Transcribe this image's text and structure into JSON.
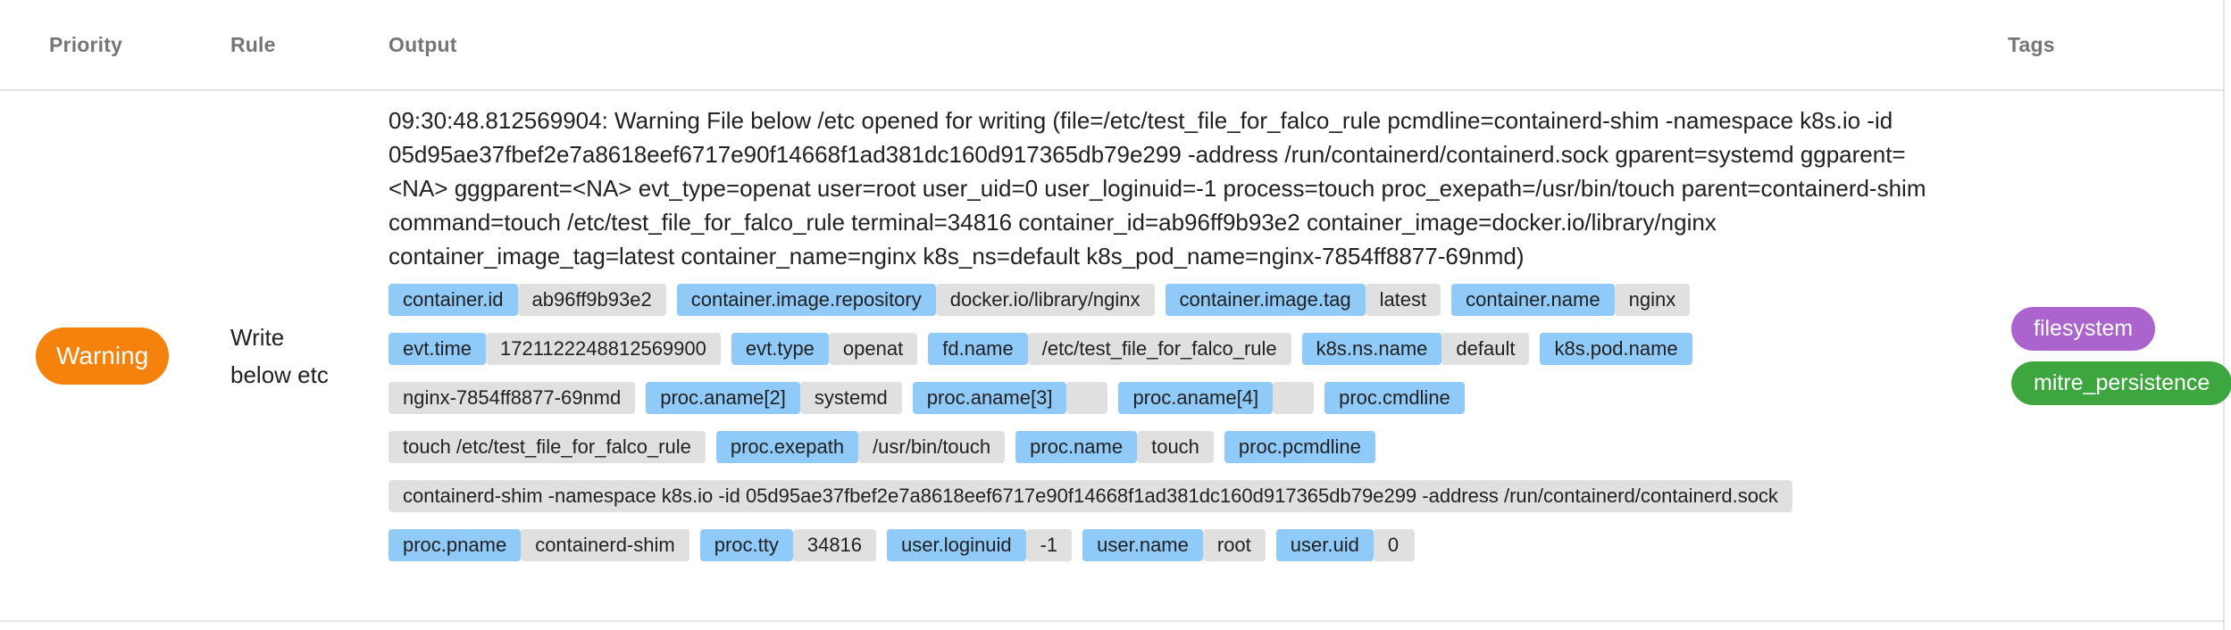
{
  "colors": {
    "priority_warning": "#F5820D",
    "chip_key_bg": "#90CAF9",
    "chip_value_bg": "#E0E0E0",
    "tag_filesystem": "#AB63CE",
    "tag_mitre_persistence": "#3EA63E",
    "header_text": "#757575",
    "border": "#E4E4E4"
  },
  "table": {
    "headers": [
      "Priority",
      "Rule",
      "Output",
      "Tags"
    ]
  },
  "event": {
    "priority": "Warning",
    "priority_color": "#F5820D",
    "rule": "Write below etc",
    "output_text": "09:30:48.812569904: Warning File below /etc opened for writing (file=/etc/test_file_for_falco_rule pcmdline=containerd-shim -namespace k8s.io -id 05d95ae37fbef2e7a8618eef6717e90f14668f1ad381dc160d917365db79e299 -address /run/containerd/containerd.sock gparent=systemd ggparent=<NA> gggparent=<NA> evt_type=openat user=root user_uid=0 user_loginuid=-1 process=touch proc_exepath=/usr/bin/touch parent=containerd-shim command=touch /etc/test_file_for_falco_rule terminal=34816 container_id=ab96ff9b93e2 container_image=docker.io/library/nginx container_image_tag=latest container_name=nginx k8s_ns=default k8s_pod_name=nginx-7854ff8877-69nmd)",
    "field_rows": [
      [
        {
          "type": "key",
          "text": "container.id"
        },
        {
          "type": "value",
          "text": "ab96ff9b93e2"
        },
        {
          "type": "key",
          "text": "container.image.repository"
        },
        {
          "type": "value",
          "text": "docker.io/library/nginx"
        },
        {
          "type": "key",
          "text": "container.image.tag"
        },
        {
          "type": "value",
          "text": "latest"
        },
        {
          "type": "key",
          "text": "container.name"
        },
        {
          "type": "value",
          "text": "nginx"
        }
      ],
      [
        {
          "type": "key",
          "text": "evt.time"
        },
        {
          "type": "value",
          "text": "1721122248812569900"
        },
        {
          "type": "key",
          "text": "evt.type"
        },
        {
          "type": "value",
          "text": "openat"
        },
        {
          "type": "key",
          "text": "fd.name"
        },
        {
          "type": "value",
          "text": "/etc/test_file_for_falco_rule"
        },
        {
          "type": "key",
          "text": "k8s.ns.name"
        },
        {
          "type": "value",
          "text": "default"
        },
        {
          "type": "key",
          "text": "k8s.pod.name"
        }
      ],
      [
        {
          "type": "value",
          "text": "nginx-7854ff8877-69nmd"
        },
        {
          "type": "key",
          "text": "proc.aname[2]"
        },
        {
          "type": "value",
          "text": "systemd"
        },
        {
          "type": "key",
          "text": "proc.aname[3]"
        },
        {
          "type": "value",
          "text": ""
        },
        {
          "type": "key",
          "text": "proc.aname[4]"
        },
        {
          "type": "value",
          "text": ""
        },
        {
          "type": "key",
          "text": "proc.cmdline"
        }
      ],
      [
        {
          "type": "value",
          "text": "touch /etc/test_file_for_falco_rule"
        },
        {
          "type": "key",
          "text": "proc.exepath"
        },
        {
          "type": "value",
          "text": "/usr/bin/touch"
        },
        {
          "type": "key",
          "text": "proc.name"
        },
        {
          "type": "value",
          "text": "touch"
        },
        {
          "type": "key",
          "text": "proc.pcmdline"
        }
      ],
      [
        {
          "type": "value",
          "text": "containerd-shim -namespace k8s.io -id 05d95ae37fbef2e7a8618eef6717e90f14668f1ad381dc160d917365db79e299 -address /run/containerd/containerd.sock"
        }
      ],
      [
        {
          "type": "key",
          "text": "proc.pname"
        },
        {
          "type": "value",
          "text": "containerd-shim"
        },
        {
          "type": "key",
          "text": "proc.tty"
        },
        {
          "type": "value",
          "text": "34816"
        },
        {
          "type": "key",
          "text": "user.loginuid"
        },
        {
          "type": "value",
          "text": "-1"
        },
        {
          "type": "key",
          "text": "user.name"
        },
        {
          "type": "value",
          "text": "root"
        },
        {
          "type": "key",
          "text": "user.uid"
        },
        {
          "type": "value",
          "text": "0"
        }
      ]
    ],
    "tags": [
      {
        "label": "filesystem",
        "color": "#AB63CE"
      },
      {
        "label": "mitre_persistence",
        "color": "#3EA63E"
      }
    ]
  }
}
